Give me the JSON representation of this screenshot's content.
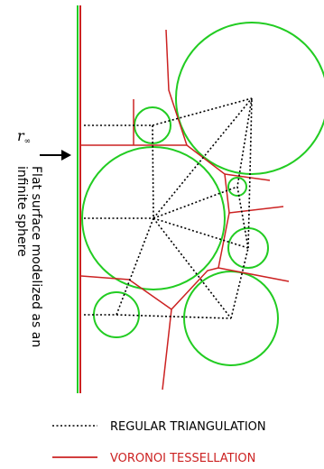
{
  "diagram": {
    "colors": {
      "circle": "#22cc22",
      "voronoi": "#cc2222",
      "triangulation": "#000000",
      "wall_green": "#22cc22",
      "wall_red": "#cc2222"
    },
    "r_symbol": "r",
    "r_subscript": "∞",
    "side_label_line1": "Flat surface modelized as an",
    "side_label_line2": "infinite sphere",
    "legend": [
      {
        "style": "dotted",
        "label": "REGULAR TRIANGULATION",
        "color": "#000000"
      },
      {
        "style": "solid",
        "label": "VORONOI TESSELLATION",
        "color": "#cc2222"
      }
    ]
  }
}
